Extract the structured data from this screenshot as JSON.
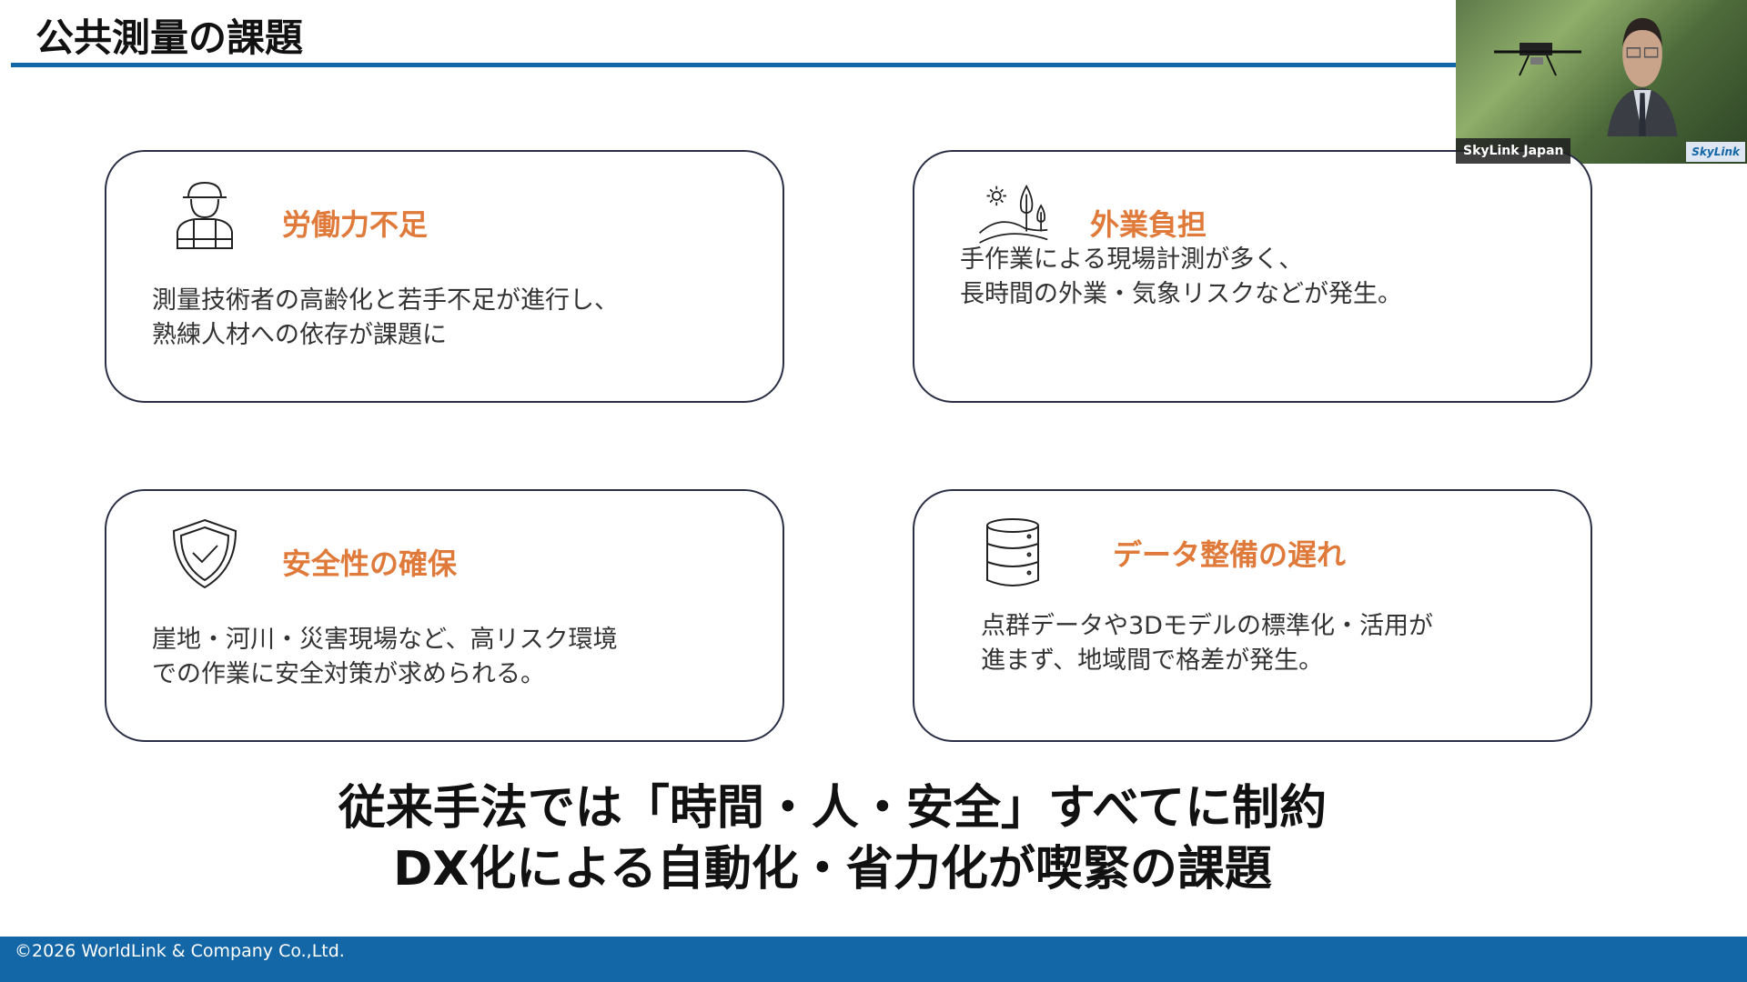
{
  "header": {
    "title": "公共測量の課題"
  },
  "video": {
    "participant_name": "SkyLink Japan",
    "logo_text": "SkyLink"
  },
  "cards": [
    {
      "icon": "worker-icon",
      "title": "労働力不足",
      "body": "測量技術者の高齢化と若手不足が進行し、\n熟練人材への依存が課題に"
    },
    {
      "icon": "landscape-sun-tree-icon",
      "title": "外業負担",
      "body": "手作業による現場計測が多く、\n長時間の外業・気象リスクなどが発生。"
    },
    {
      "icon": "shield-check-icon",
      "title": "安全性の確保",
      "body": "崖地・河川・災害現場など、高リスク環境\nでの作業に安全対策が求められる。"
    },
    {
      "icon": "database-icon",
      "title": "データ整備の遅れ",
      "body": "点群データや3Dモデルの標準化・活用が\n進まず、地域間で格差が発生。"
    }
  ],
  "closing": {
    "line1": "従来手法では「時間・人・安全」すべてに制約",
    "line2": "DX化による自動化・省力化が喫緊の課題"
  },
  "footer": {
    "copyright": "©2026 WorldLink & Company Co.,Ltd."
  },
  "colors": {
    "accent": "#1467a6",
    "title_orange": "#e07a3a",
    "card_border": "#2a2f45"
  }
}
